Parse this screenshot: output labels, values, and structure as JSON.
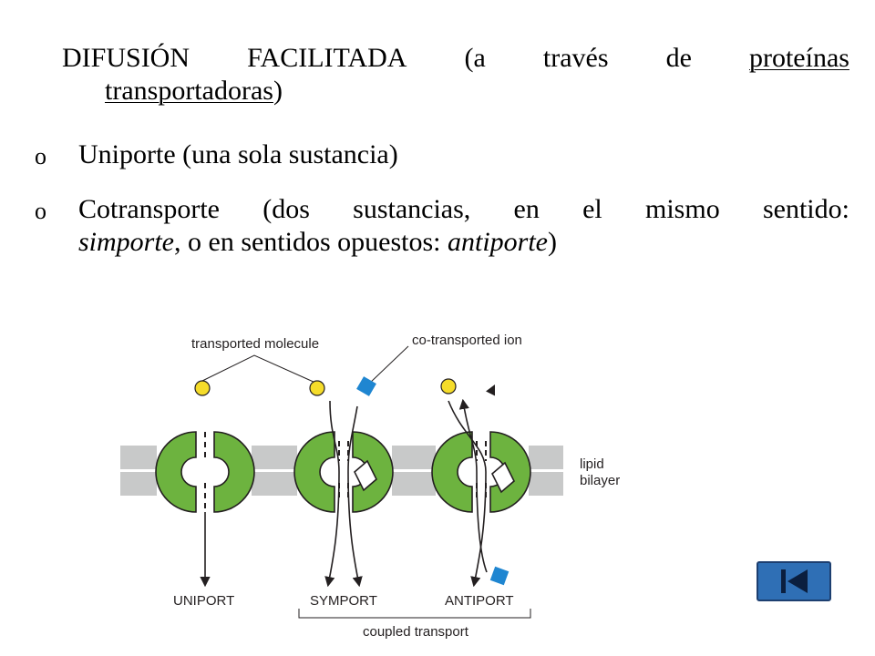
{
  "title": {
    "line1_words": [
      "DIFUSIÓN",
      "FACILITADA",
      "(a",
      "través",
      "de",
      "proteínas"
    ],
    "line2_underlined": "transportadoras",
    "line2_close": ")"
  },
  "bullets": [
    {
      "marker": "o",
      "text": "Uniporte (una sola sustancia)"
    },
    {
      "marker": "o",
      "line1_words": [
        "Cotransporte",
        "(dos",
        "sustancias,",
        "en",
        "el",
        "mismo",
        "sentido:"
      ],
      "term_simporte": "simporte",
      "mid_text": ", o en sentidos opuestos: ",
      "term_antiporte": "antiporte",
      "close": ")"
    }
  ],
  "diagram": {
    "labels": {
      "transported_molecule": "transported molecule",
      "co_transported_ion": "co-transported ion",
      "lipid": "lipid",
      "bilayer": "bilayer",
      "uniport": "UNIPORT",
      "symport": "SYMPORT",
      "antiport": "ANTIPORT",
      "coupled_transport": "coupled transport"
    },
    "colors": {
      "protein": "#6db33f",
      "molecule": "#f5dc2a",
      "ion": "#1f86d1",
      "bilayer": "#c8c9c9",
      "outline": "#231f20"
    }
  },
  "nav": {
    "icon": "skip-to-start-icon",
    "colors": {
      "fill": "#2f6fb5",
      "border": "#1d3f70",
      "glyph": "#0b1f3f"
    }
  }
}
